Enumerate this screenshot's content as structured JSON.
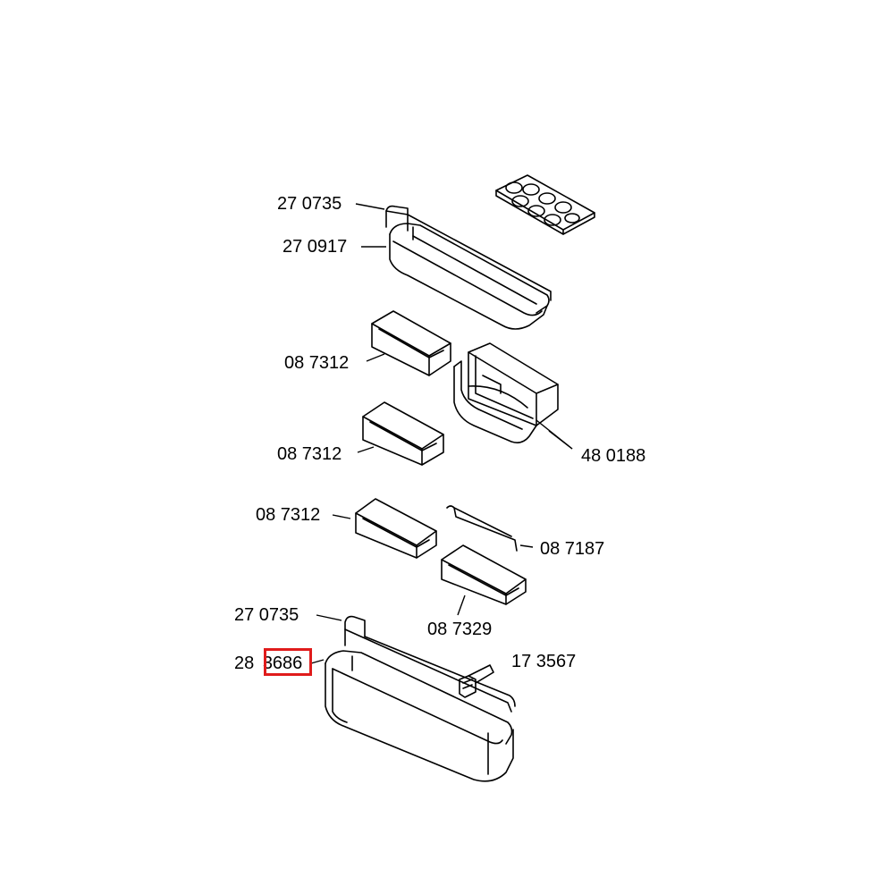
{
  "labels": {
    "l1": "27 0735",
    "l2": "27 0917",
    "l3": "08 7312",
    "l4": "08 7312",
    "l5": "48 0188",
    "l6": "08 7312",
    "l7": "08 7187",
    "l8": "08 7329",
    "l9": "27 0735",
    "l10a": "28",
    "l10b": "3686",
    "l11": "17 3567"
  },
  "highlight_color": "#e01b1b"
}
